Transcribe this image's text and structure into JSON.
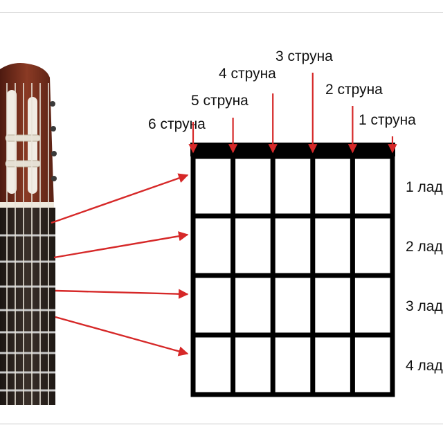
{
  "diagram": {
    "strings": [
      {
        "label": "6 струна"
      },
      {
        "label": "5 струна"
      },
      {
        "label": "4 струна"
      },
      {
        "label": "3 струна"
      },
      {
        "label": "2 струна"
      },
      {
        "label": "1 струна"
      }
    ],
    "frets": [
      {
        "label": "1 лад"
      },
      {
        "label": "2 лад"
      },
      {
        "label": "3 лад"
      },
      {
        "label": "4 лад"
      }
    ],
    "colors": {
      "arrow": "#d62828",
      "grid": "#000000",
      "headstock": "#7a2e1e",
      "fretboard": "#2a2420",
      "fret_wire": "#c9c9c9",
      "string": "#e8e3d8"
    },
    "icons": [
      "guitar-headstock-icon"
    ]
  }
}
